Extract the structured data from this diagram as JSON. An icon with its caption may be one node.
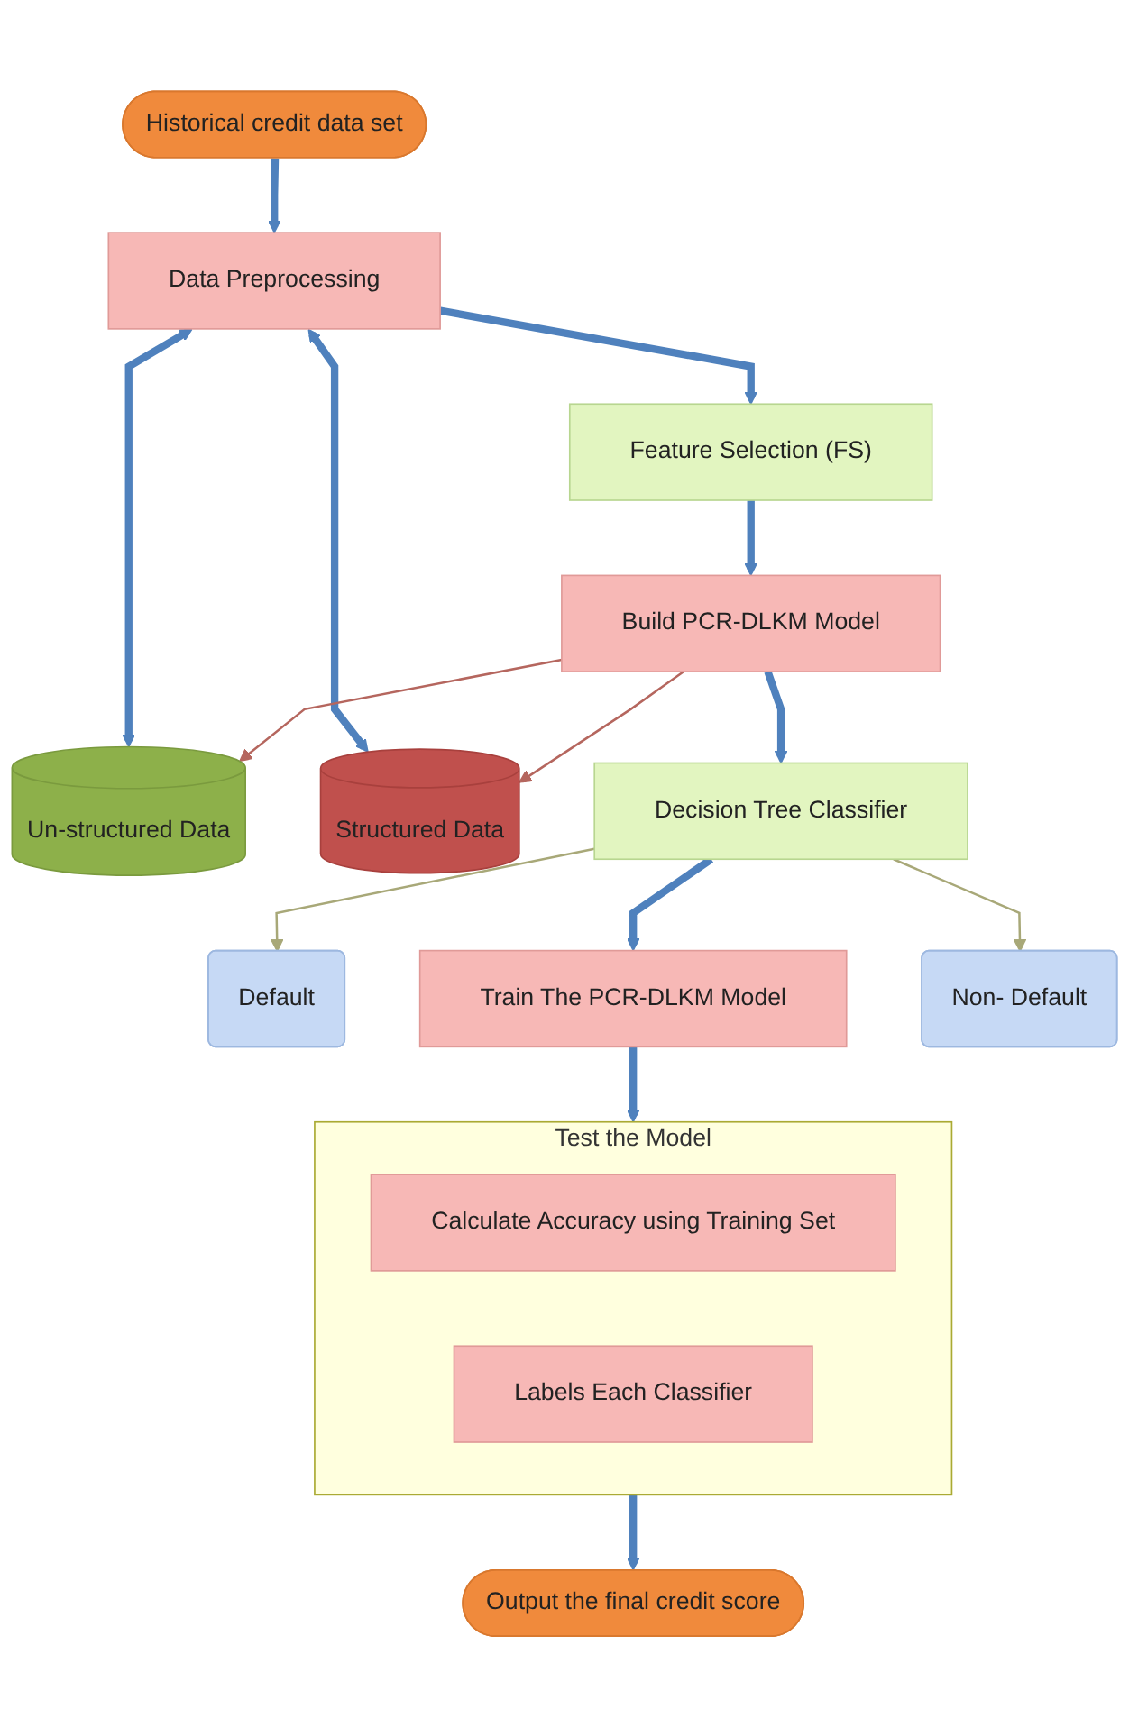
{
  "diagram": {
    "nodes": [
      {
        "text": [
          "Historical credit data set"
        ]
      },
      {
        "text": [
          "Un-structured Data"
        ]
      },
      {
        "text": [
          "Data Preprocessing"
        ]
      },
      {
        "text": [
          "Structured Data"
        ]
      },
      {
        "text": [
          "Feature Selection (FS)"
        ]
      },
      {
        "text": [
          "Build PCR-DLKM Model"
        ]
      },
      {
        "text": [
          "Decision Tree Classifier"
        ]
      },
      {
        "text": [
          "Default"
        ]
      },
      {
        "text": [
          "Train The PCR-DLKM Model"
        ]
      },
      {
        "text": [
          "Non- Default"
        ]
      },
      {
        "text": [
          "Test the Model"
        ]
      },
      {
        "text": [
          "Calculate Accuracy using Training Set"
        ],
        "in": 10
      },
      {
        "text": [
          "Labels Each Classifier"
        ],
        "in": 10
      },
      {
        "text": [
          "Output the final credit score"
        ]
      }
    ],
    "edges": [
      {
        "from": 0,
        "to": 2,
        "arrow": "to"
      },
      {
        "from": 2,
        "to": 1,
        "arrow": "both"
      },
      {
        "from": 2,
        "to": 3,
        "arrow": "both"
      },
      {
        "from": 2,
        "to": 4,
        "arrow": "to"
      },
      {
        "from": 4,
        "to": 5,
        "arrow": "to"
      },
      {
        "from": 5,
        "to": 1,
        "arrow": "to",
        "color": "#b5665e"
      },
      {
        "from": 5,
        "to": 3,
        "arrow": "to",
        "color": "#b5665e"
      },
      {
        "from": 5,
        "to": 6,
        "arrow": "to"
      },
      {
        "from": 6,
        "to": 7,
        "arrow": "to",
        "color": "#a8a878"
      },
      {
        "from": 6,
        "to": 8,
        "arrow": "to"
      },
      {
        "from": 6,
        "to": 9,
        "arrow": "to",
        "color": "#a8a878"
      },
      {
        "from": 8,
        "to": 10,
        "arrow": "to"
      },
      {
        "from": 10,
        "to": 13,
        "arrow": "to"
      }
    ]
  }
}
